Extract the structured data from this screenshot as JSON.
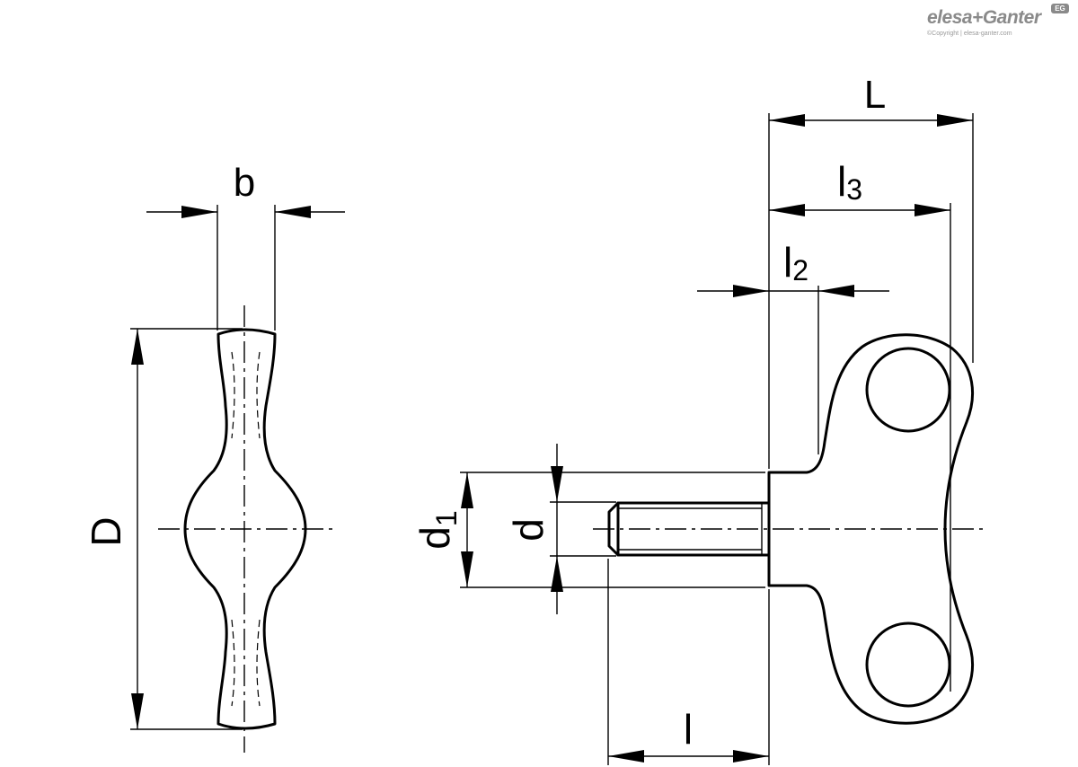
{
  "brand": {
    "name": "elesa+Ganter",
    "copyright": "©Copyright | elesa-ganter.com",
    "badge": "EG"
  },
  "dimensions": {
    "b": "b",
    "D": "D",
    "L": "L",
    "l3_main": "l",
    "l3_sub": "3",
    "l2_main": "l",
    "l2_sub": "2",
    "d1_main": "d",
    "d1_sub": "1",
    "d": "d",
    "l": "l"
  }
}
